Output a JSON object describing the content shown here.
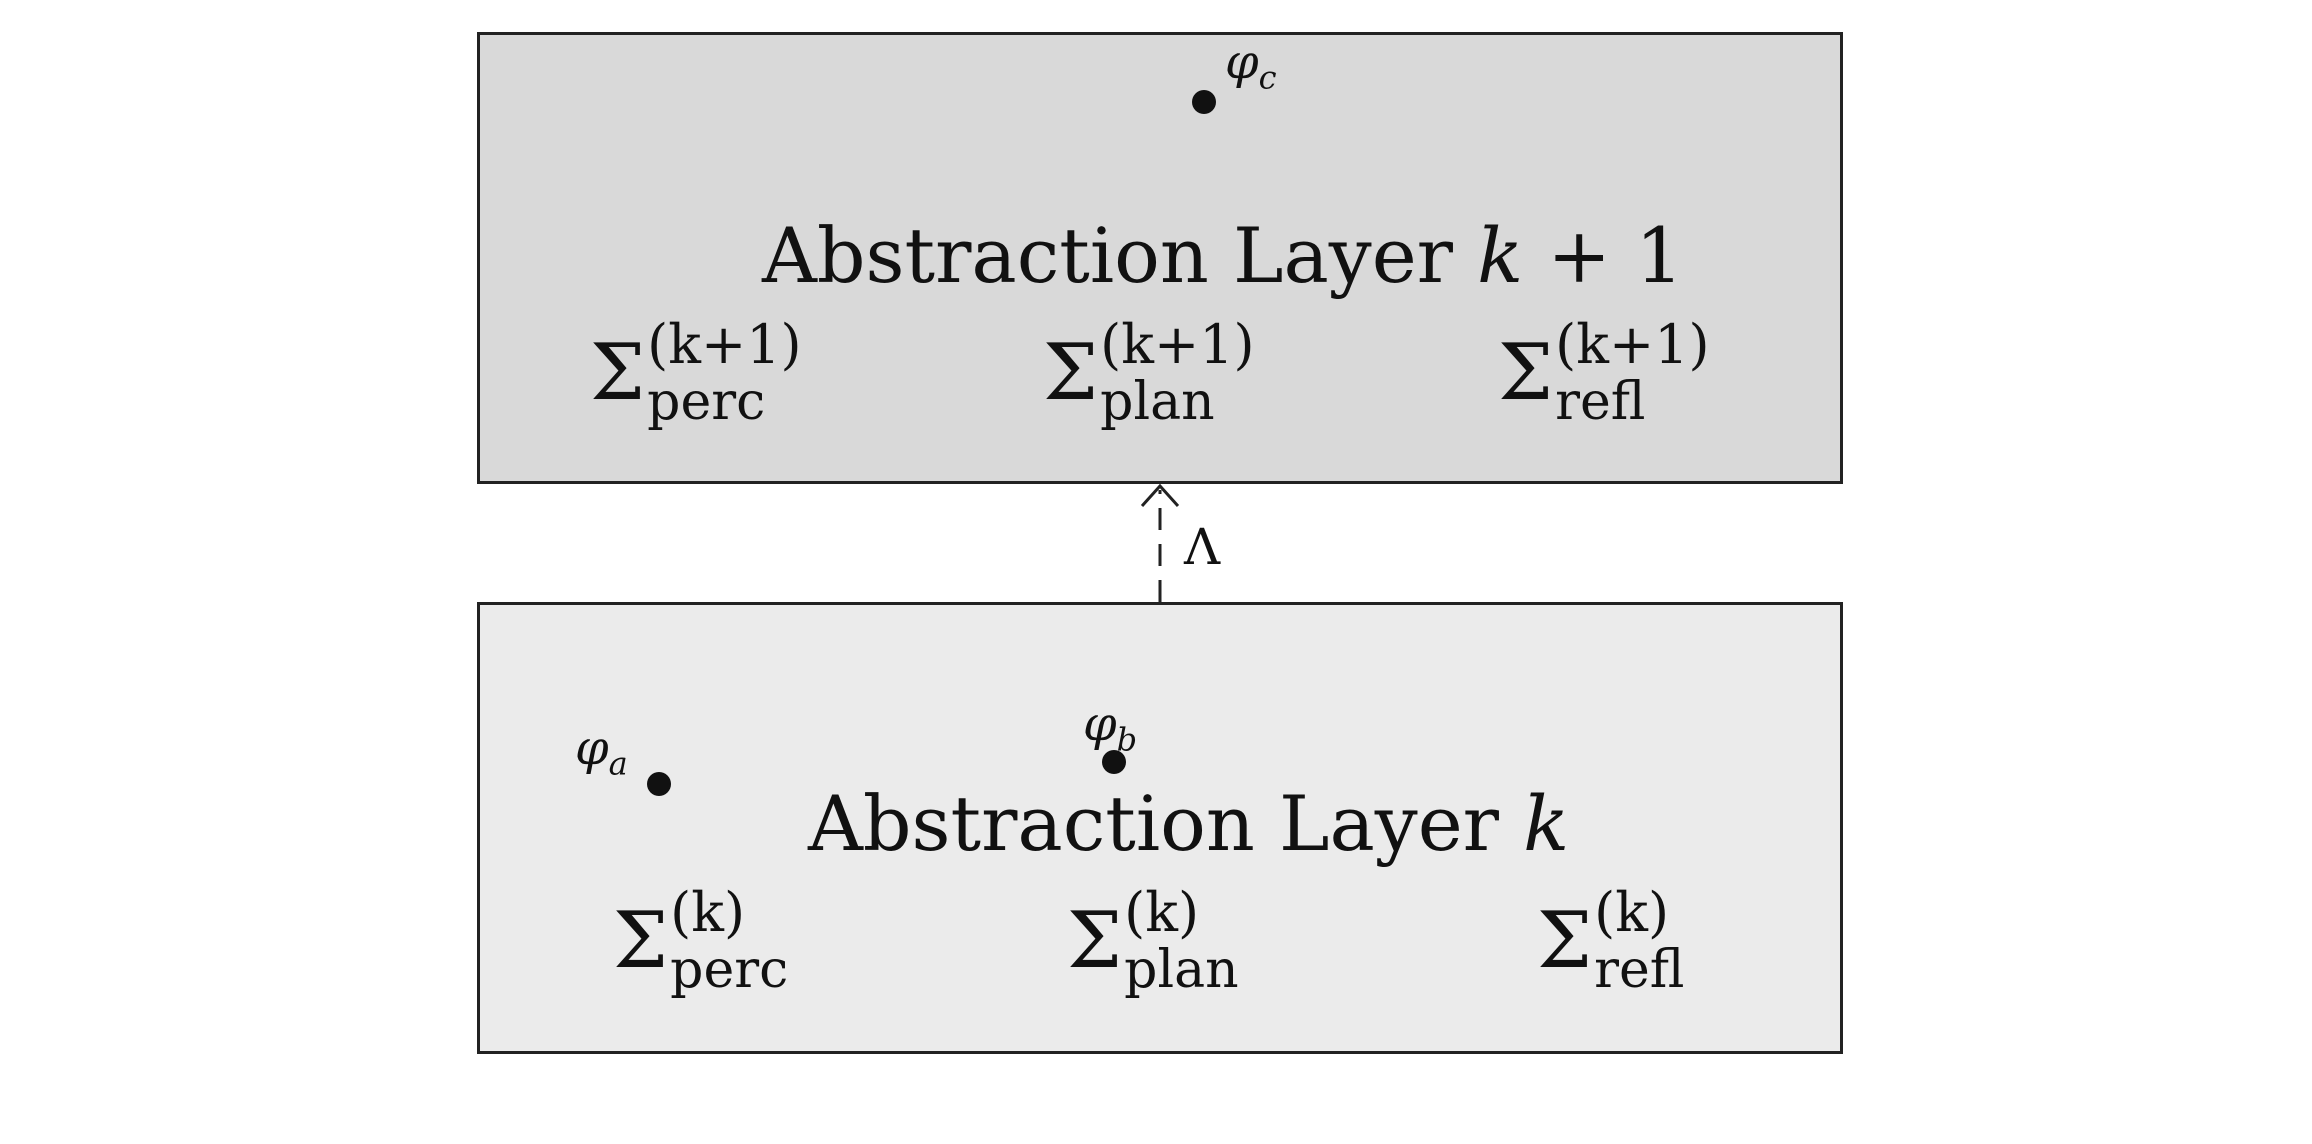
{
  "upper_layer": {
    "title_text": "Abstraction Layer ",
    "title_var": "k",
    "title_suffix": " + 1",
    "sigma_sup": "(k+1)",
    "perc_sub": "perc",
    "plan_sub": "plan",
    "refl_sub": "refl",
    "phi_c": "φ",
    "phi_c_sub": "c"
  },
  "lower_layer": {
    "title_text": "Abstraction Layer ",
    "title_var": "k",
    "sigma_sup": "(k)",
    "perc_sub": "perc",
    "plan_sub": "plan",
    "refl_sub": "refl",
    "phi_a": "φ",
    "phi_a_sub": "a",
    "phi_b": "φ",
    "phi_b_sub": "b"
  },
  "arrow": {
    "label": "Λ"
  },
  "sigma_symbol": "Σ"
}
